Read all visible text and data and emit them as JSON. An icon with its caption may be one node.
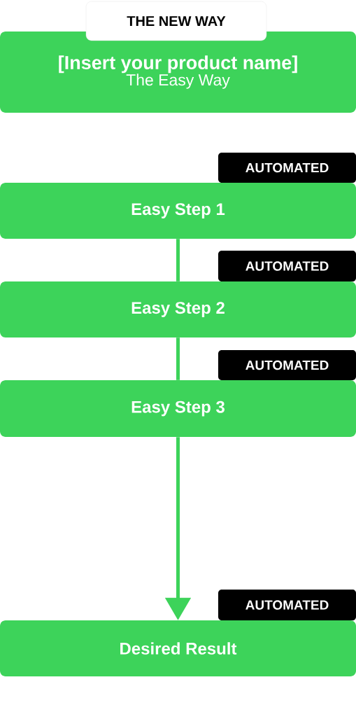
{
  "diagram": {
    "nodes": [
      {
        "text": [
          "THE NEW WAY"
        ]
      },
      {
        "text": [
          "[Insert your product name]",
          "The Easy Way"
        ]
      },
      {
        "text": [
          "AUTOMATED"
        ]
      },
      {
        "text": [
          "Easy Step 1"
        ]
      },
      {
        "text": [
          "AUTOMATED"
        ]
      },
      {
        "text": [
          "Easy Step 2"
        ]
      },
      {
        "text": [
          "AUTOMATED"
        ]
      },
      {
        "text": [
          "Easy Step 3"
        ]
      },
      {
        "text": [
          "AUTOMATED"
        ]
      },
      {
        "text": [
          "Desired Result"
        ]
      }
    ],
    "edges": [
      {
        "from": 3,
        "to": 5,
        "arrow": "none"
      },
      {
        "from": 5,
        "to": 7,
        "arrow": "none"
      },
      {
        "from": 7,
        "to": 9,
        "arrow": "to"
      }
    ]
  }
}
